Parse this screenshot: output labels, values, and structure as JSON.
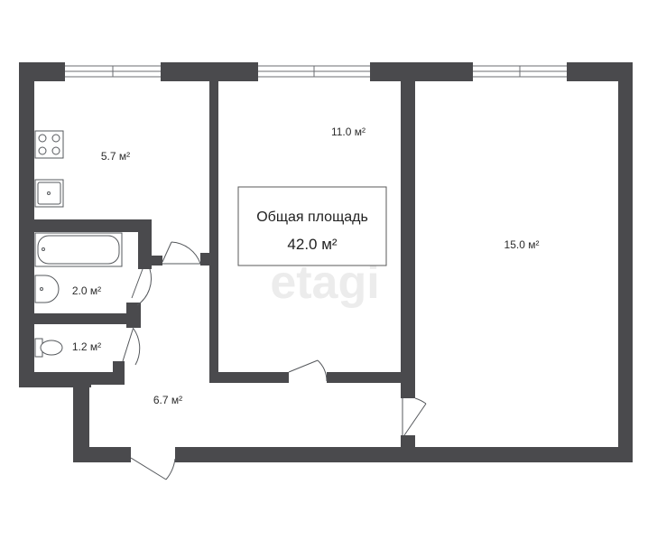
{
  "plan": {
    "watermark": "etagi",
    "total_area": {
      "label": "Общая площадь",
      "value": "42.0 м²"
    },
    "rooms": [
      {
        "id": "kitchen",
        "area": "5.7 м²"
      },
      {
        "id": "room-1",
        "area": "11.0 м²"
      },
      {
        "id": "room-2",
        "area": "15.0 м²"
      },
      {
        "id": "bathroom",
        "area": "2.0 м²"
      },
      {
        "id": "toilet",
        "area": "1.2 м²"
      },
      {
        "id": "hallway",
        "area": "6.7 м²"
      }
    ],
    "colors": {
      "wall": "#4a4a4d",
      "fixture_stroke": "#55585c",
      "watermark": "#ececec"
    }
  }
}
